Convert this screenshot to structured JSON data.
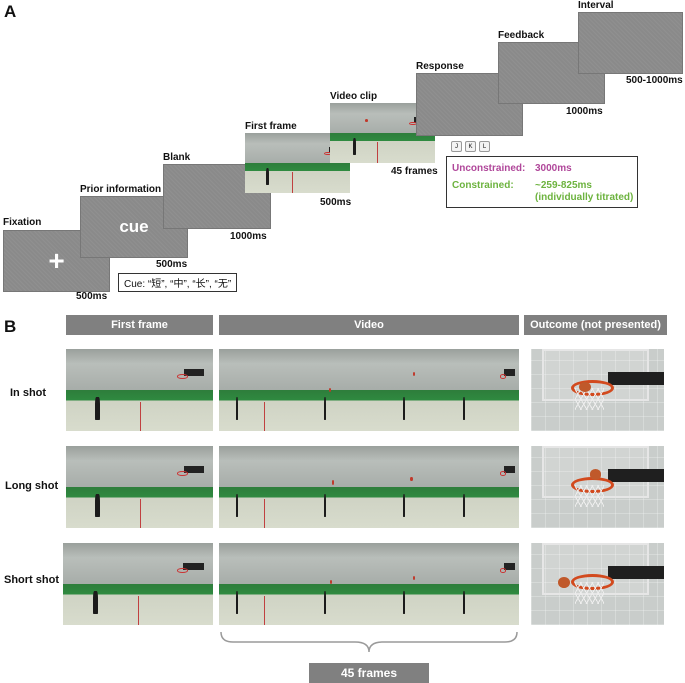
{
  "panel_a": {
    "letter": "A",
    "steps": [
      {
        "label": "Fixation",
        "symbol": "+",
        "duration": "500ms"
      },
      {
        "label": "Prior information",
        "symbol": "cue",
        "duration": "500ms"
      },
      {
        "label": "Blank",
        "duration": "1000ms"
      },
      {
        "label": "First frame",
        "duration": "500ms"
      },
      {
        "label": "Video clip",
        "duration": "45 frames"
      },
      {
        "label": "Response"
      },
      {
        "label": "Feedback",
        "duration": "1000ms"
      },
      {
        "label": "Interval",
        "duration": "500-1000ms"
      }
    ],
    "cue_note": "Cue: “短”, “中”, “长”, “无”",
    "keys": [
      "J",
      "K",
      "L"
    ],
    "response_box": {
      "unconstrained_label": "Unconstrained:",
      "unconstrained_value": "3000ms",
      "unconstrained_color": "#b0479a",
      "constrained_label": "Constrained:",
      "constrained_value": "~259-825ms",
      "constrained_sub": "(individually titrated)",
      "constrained_color": "#6db33f"
    }
  },
  "panel_b": {
    "letter": "B",
    "headers": {
      "first_frame": "First frame",
      "video": "Video",
      "outcome": "Outcome (not presented)"
    },
    "rows": [
      {
        "label": "In shot"
      },
      {
        "label": "Long shot"
      },
      {
        "label": "Short shot"
      }
    ],
    "frames_label": "45 frames"
  }
}
